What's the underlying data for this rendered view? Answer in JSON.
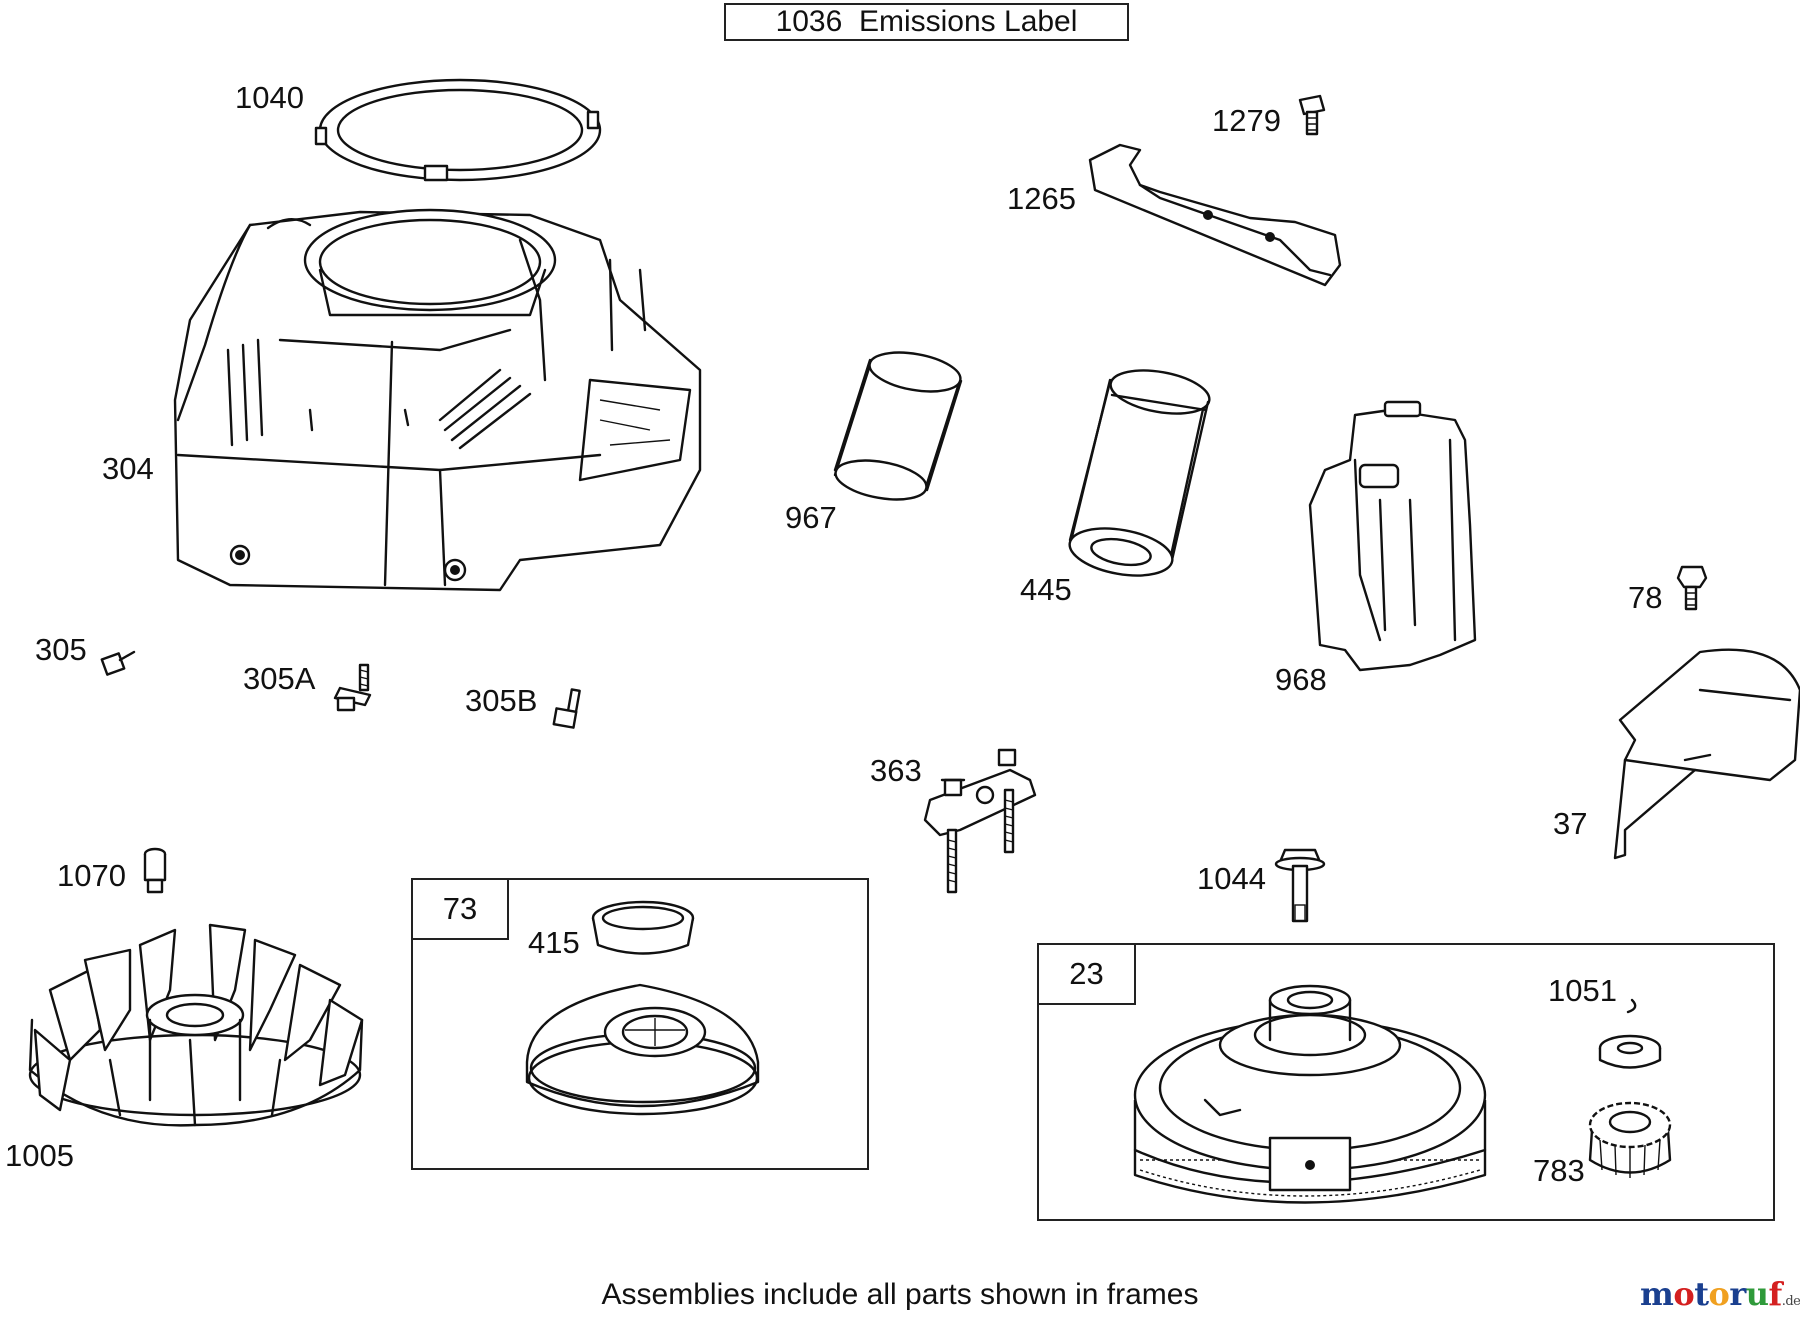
{
  "header": {
    "emissions_label": "1036  Emissions Label"
  },
  "parts": {
    "p1040": "1040",
    "p1279": "1279",
    "p1265": "1265",
    "p304": "304",
    "p967": "967",
    "p445": "445",
    "p968": "968",
    "p305": "305",
    "p305A": "305A",
    "p305B": "305B",
    "p78": "78",
    "p363": "363",
    "p37": "37",
    "p1070": "1070",
    "p1044": "1044",
    "p415": "415",
    "p1051": "1051",
    "p1005": "1005",
    "p783": "783"
  },
  "frames": {
    "frame73": "73",
    "frame23": "23"
  },
  "footer": {
    "note": "Assemblies include all parts shown in frames"
  },
  "watermark": {
    "letters": [
      "m",
      "o",
      "t",
      "o",
      "r",
      "u",
      "f"
    ],
    "colors": [
      "#1a3f8f",
      "#d42020",
      "#1a3f8f",
      "#f0a020",
      "#1a3f8f",
      "#2f9a3a",
      "#d42020"
    ],
    "suffix": ".de"
  }
}
